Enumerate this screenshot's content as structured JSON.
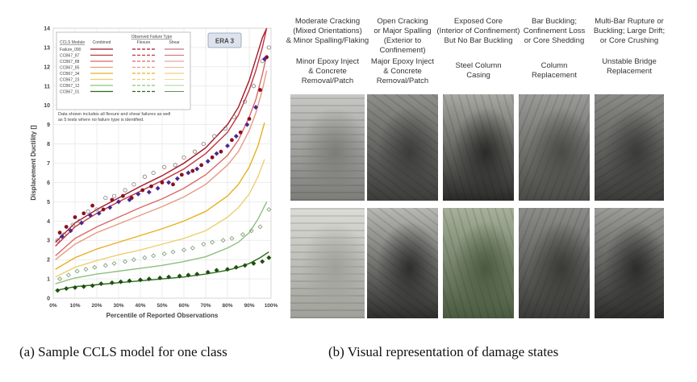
{
  "chart_data": {
    "type": "scatter",
    "badge": "ERA 3",
    "ylabel": "Displacement Ductility []",
    "xlabel": "Percentile of Reported Observations",
    "xlim": [
      0,
      100
    ],
    "ylim": [
      0,
      14
    ],
    "x_ticks": [
      "0%",
      "10%",
      "20%",
      "30%",
      "40%",
      "50%",
      "60%",
      "70%",
      "80%",
      "90%",
      "100%"
    ],
    "y_ticks": [
      "0",
      "1",
      "2",
      "3",
      "4",
      "5",
      "6",
      "7",
      "8",
      "9",
      "10",
      "11",
      "12",
      "13",
      "14"
    ],
    "grid": true,
    "legend": {
      "title": "Observed Failure Type",
      "model_header": "CCLS Module",
      "col_headers": [
        "Combined",
        "Flexure",
        "Shear"
      ],
      "entries": [
        "Failure_090",
        "CCB67_87",
        "CCB67_88",
        "CCB67_85",
        "CCB67_34",
        "CCB67_23",
        "CCB67_12",
        "CCB67_01"
      ],
      "note": "Data shown includes all flexure and shear failures as well as 5 tests where no failure type is identified."
    },
    "series_colors": [
      "#a01828",
      "#c03540",
      "#d86a68",
      "#e49c80",
      "#e6b020",
      "#ecd070",
      "#8cc080",
      "#2e6a1c"
    ],
    "curves": [
      {
        "x": [
          1,
          10,
          20,
          30,
          40,
          50,
          60,
          70,
          80,
          85,
          90,
          93,
          96,
          98
        ],
        "y": [
          2.9,
          3.9,
          4.6,
          5.2,
          5.8,
          6.35,
          7.0,
          7.8,
          9.0,
          9.9,
          11.3,
          12.4,
          13.5,
          14.0
        ]
      },
      {
        "x": [
          1,
          10,
          20,
          30,
          40,
          50,
          60,
          70,
          80,
          85,
          90,
          93,
          96,
          98
        ],
        "y": [
          2.7,
          3.7,
          4.4,
          5.0,
          5.55,
          6.1,
          6.7,
          7.5,
          8.6,
          9.5,
          10.8,
          11.8,
          13.0,
          14.0
        ]
      },
      {
        "x": [
          1,
          10,
          20,
          30,
          40,
          50,
          60,
          70,
          80,
          85,
          90,
          93,
          96,
          98
        ],
        "y": [
          2.2,
          3.1,
          3.7,
          4.2,
          4.7,
          5.15,
          5.7,
          6.4,
          7.4,
          8.2,
          9.4,
          10.3,
          11.6,
          12.6
        ]
      },
      {
        "x": [
          1,
          10,
          20,
          30,
          40,
          50,
          60,
          70,
          80,
          85,
          90,
          93,
          96,
          98
        ],
        "y": [
          2.0,
          2.8,
          3.4,
          3.85,
          4.3,
          4.75,
          5.25,
          5.9,
          6.9,
          7.6,
          8.7,
          9.6,
          10.8,
          11.8
        ]
      },
      {
        "x": [
          1,
          10,
          20,
          30,
          40,
          50,
          60,
          70,
          80,
          85,
          90,
          94,
          97
        ],
        "y": [
          1.5,
          2.1,
          2.55,
          2.9,
          3.25,
          3.6,
          4.0,
          4.5,
          5.3,
          5.9,
          6.8,
          7.9,
          9.1
        ]
      },
      {
        "x": [
          1,
          10,
          20,
          30,
          40,
          50,
          60,
          70,
          80,
          85,
          90,
          94,
          97
        ],
        "y": [
          1.1,
          1.6,
          1.95,
          2.25,
          2.5,
          2.8,
          3.1,
          3.5,
          4.2,
          4.7,
          5.4,
          6.3,
          7.2
        ]
      },
      {
        "x": [
          1,
          10,
          20,
          30,
          40,
          50,
          60,
          70,
          80,
          85,
          90,
          94,
          98
        ],
        "y": [
          0.75,
          1.05,
          1.25,
          1.4,
          1.55,
          1.7,
          1.9,
          2.15,
          2.6,
          2.9,
          3.4,
          4.1,
          5.0
        ]
      },
      {
        "x": [
          1,
          10,
          20,
          30,
          40,
          50,
          60,
          70,
          80,
          85,
          90,
          95,
          99
        ],
        "y": [
          0.4,
          0.6,
          0.7,
          0.8,
          0.9,
          1.0,
          1.1,
          1.25,
          1.45,
          1.6,
          1.8,
          2.1,
          2.4
        ]
      }
    ],
    "points_red": {
      "x": [
        3,
        6,
        10,
        14,
        18,
        23,
        27,
        32,
        36,
        41,
        45,
        50,
        55,
        59,
        64,
        68,
        73,
        77,
        82,
        86,
        90,
        95,
        98
      ],
      "y": [
        3.4,
        3.7,
        4.2,
        4.4,
        4.8,
        4.6,
        5.1,
        5.3,
        5.2,
        5.6,
        5.8,
        6.0,
        5.9,
        6.4,
        6.6,
        6.9,
        7.3,
        7.6,
        8.2,
        8.6,
        9.3,
        10.8,
        12.5
      ]
    },
    "points_purple": {
      "x": [
        4,
        8,
        13,
        17,
        21,
        26,
        30,
        35,
        39,
        44,
        48,
        53,
        57,
        62,
        66,
        71,
        75,
        80,
        84,
        89,
        93,
        97
      ],
      "y": [
        3.2,
        3.5,
        3.9,
        4.3,
        4.4,
        4.7,
        5.0,
        5.1,
        5.4,
        5.5,
        5.7,
        6.0,
        6.2,
        6.5,
        6.7,
        7.1,
        7.5,
        7.9,
        8.4,
        9.0,
        9.9,
        12.4
      ]
    },
    "points_gray": {
      "x": [
        2,
        5,
        9,
        12,
        16,
        20,
        24,
        28,
        33,
        37,
        42,
        46,
        51,
        56,
        60,
        65,
        69,
        74,
        79,
        83,
        88,
        92,
        96,
        99
      ],
      "y": [
        3.0,
        3.3,
        3.8,
        4.0,
        4.5,
        4.6,
        5.2,
        5.3,
        5.6,
        5.9,
        6.3,
        6.5,
        6.8,
        6.9,
        7.3,
        7.6,
        8.0,
        8.4,
        8.8,
        9.4,
        10.2,
        11.0,
        12.3,
        13.0
      ]
    },
    "points_lightgreen": {
      "x": [
        3,
        7,
        11,
        15,
        19,
        24,
        28,
        33,
        37,
        42,
        46,
        51,
        55,
        60,
        64,
        69,
        73,
        78,
        82,
        87,
        91,
        95,
        99
      ],
      "y": [
        1.0,
        1.2,
        1.4,
        1.5,
        1.6,
        1.7,
        1.8,
        1.9,
        2.0,
        2.1,
        2.2,
        2.3,
        2.4,
        2.5,
        2.6,
        2.8,
        2.9,
        3.0,
        3.1,
        3.3,
        3.5,
        3.7,
        4.6
      ]
    },
    "points_darkgreen": {
      "x": [
        2,
        6,
        10,
        14,
        18,
        22,
        27,
        31,
        35,
        40,
        44,
        49,
        53,
        58,
        62,
        66,
        71,
        75,
        80,
        84,
        88,
        92,
        96,
        99
      ],
      "y": [
        0.4,
        0.5,
        0.55,
        0.6,
        0.65,
        0.75,
        0.8,
        0.85,
        0.9,
        0.95,
        1.0,
        1.05,
        1.1,
        1.15,
        1.2,
        1.25,
        1.35,
        1.45,
        1.5,
        1.6,
        1.7,
        1.8,
        1.9,
        2.1
      ]
    }
  },
  "damage_states": {
    "row1_labels": [
      "Moderate Cracking\n(Mixed Orientations)\n& Minor Spalling/Flaking",
      "Open Cracking\nor Major Spalling\n(Exterior to Confinement)",
      "Exposed Core\n(Interior of Confinement)\nBut No Bar Buckling",
      "Bar Buckling;\nConfinement Loss\nor Core Shedding",
      "Multi-Bar Rupture or\nBuckling; Large Drift;\nor Core Crushing"
    ],
    "row2_labels": [
      "Minor Epoxy Inject\n& Concrete\nRemoval/Patch",
      "Major Epoxy Inject\n& Concrete\nRemoval/Patch",
      "Steel Column\nCasing",
      "Column\nReplacement",
      "Unstable Bridge\nReplacement"
    ]
  },
  "captions": {
    "a": "(a) Sample CCLS model for one class",
    "b": "(b) Visual representation of damage states"
  }
}
